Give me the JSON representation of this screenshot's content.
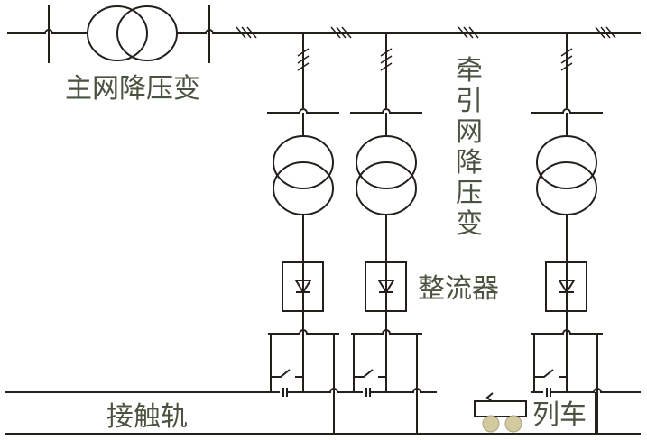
{
  "labels": {
    "main_transformer": "主网降压变",
    "traction_transformer": [
      "牵",
      "引",
      "网",
      "降",
      "压",
      "变"
    ],
    "rectifier": "整流器",
    "contact_rail": "接触轨",
    "train": "列车"
  },
  "colors": {
    "line": "#231f1a",
    "text": "#4a5340",
    "wheel": "#d3ca9f"
  },
  "icons": {
    "transformer": "double-circle-transformer-icon",
    "rectifier": "diode-rectifier-icon",
    "breaker": "switch-icon",
    "capacitor": "capacitor-icon"
  }
}
